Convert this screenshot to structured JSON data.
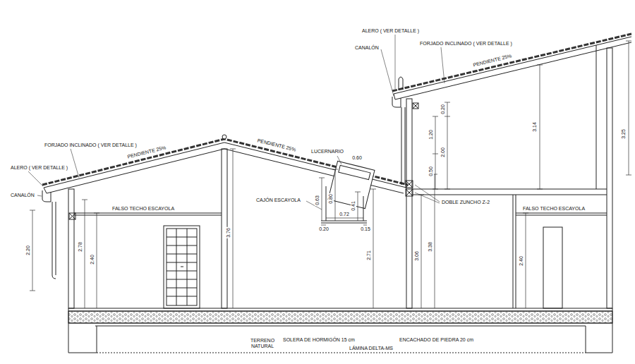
{
  "diagram": {
    "labels": [
      "ALERO ( VER DETALLE )",
      "CANALÓN",
      "FORJADO INCLINADO ( VER DETALLE )",
      "PENDIENTE 25%",
      "PENDIENTE 25%",
      "FALSO TECHO ESCAYOLA",
      "2.20",
      "2.78",
      "2.40",
      "3.76",
      "LUCERNARIO",
      "0.60",
      "CAJÓN ESCAYOLA",
      "0.63",
      "0.80",
      "0.72",
      "0.41",
      "0.20",
      "0.15",
      "2.71",
      "3.06",
      "3.38",
      "DOBLE ZUNCHO Z-2",
      "ALERO ( VER DETALLE )",
      "CANALÓN",
      "FORJADO INCLINADO ( VER DETALLE )",
      "PENDIENTE 25%",
      "0.20",
      "1.20",
      "2.00",
      "0.50",
      "3.14",
      "3.25",
      "FALSO TECHO ESCAYOLA",
      "2.40",
      "TERRENO NATURAL",
      "SOLERA DE HORMIGÓN 15 cm",
      "LÁMINA DELTA-MS",
      "ENCACHADO DE PIEDRA 20 cm"
    ]
  }
}
